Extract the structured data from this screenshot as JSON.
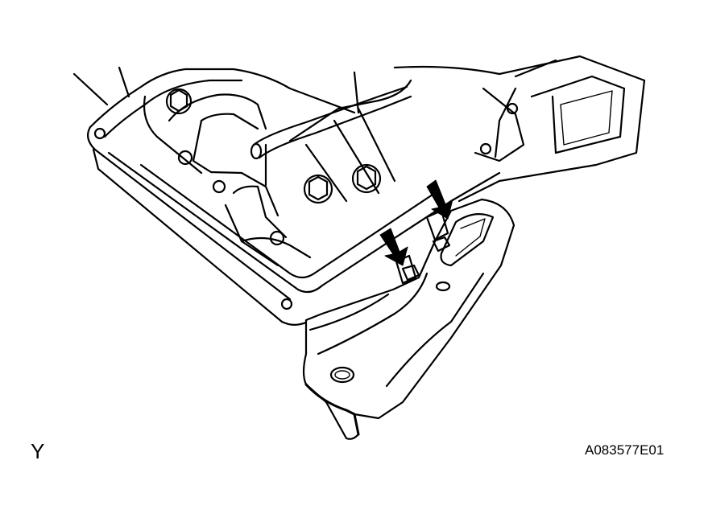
{
  "diagram": {
    "view_letter": "Y",
    "figure_code": "A083577E01",
    "callout_arrows": 2,
    "visible_bolts": 3
  }
}
